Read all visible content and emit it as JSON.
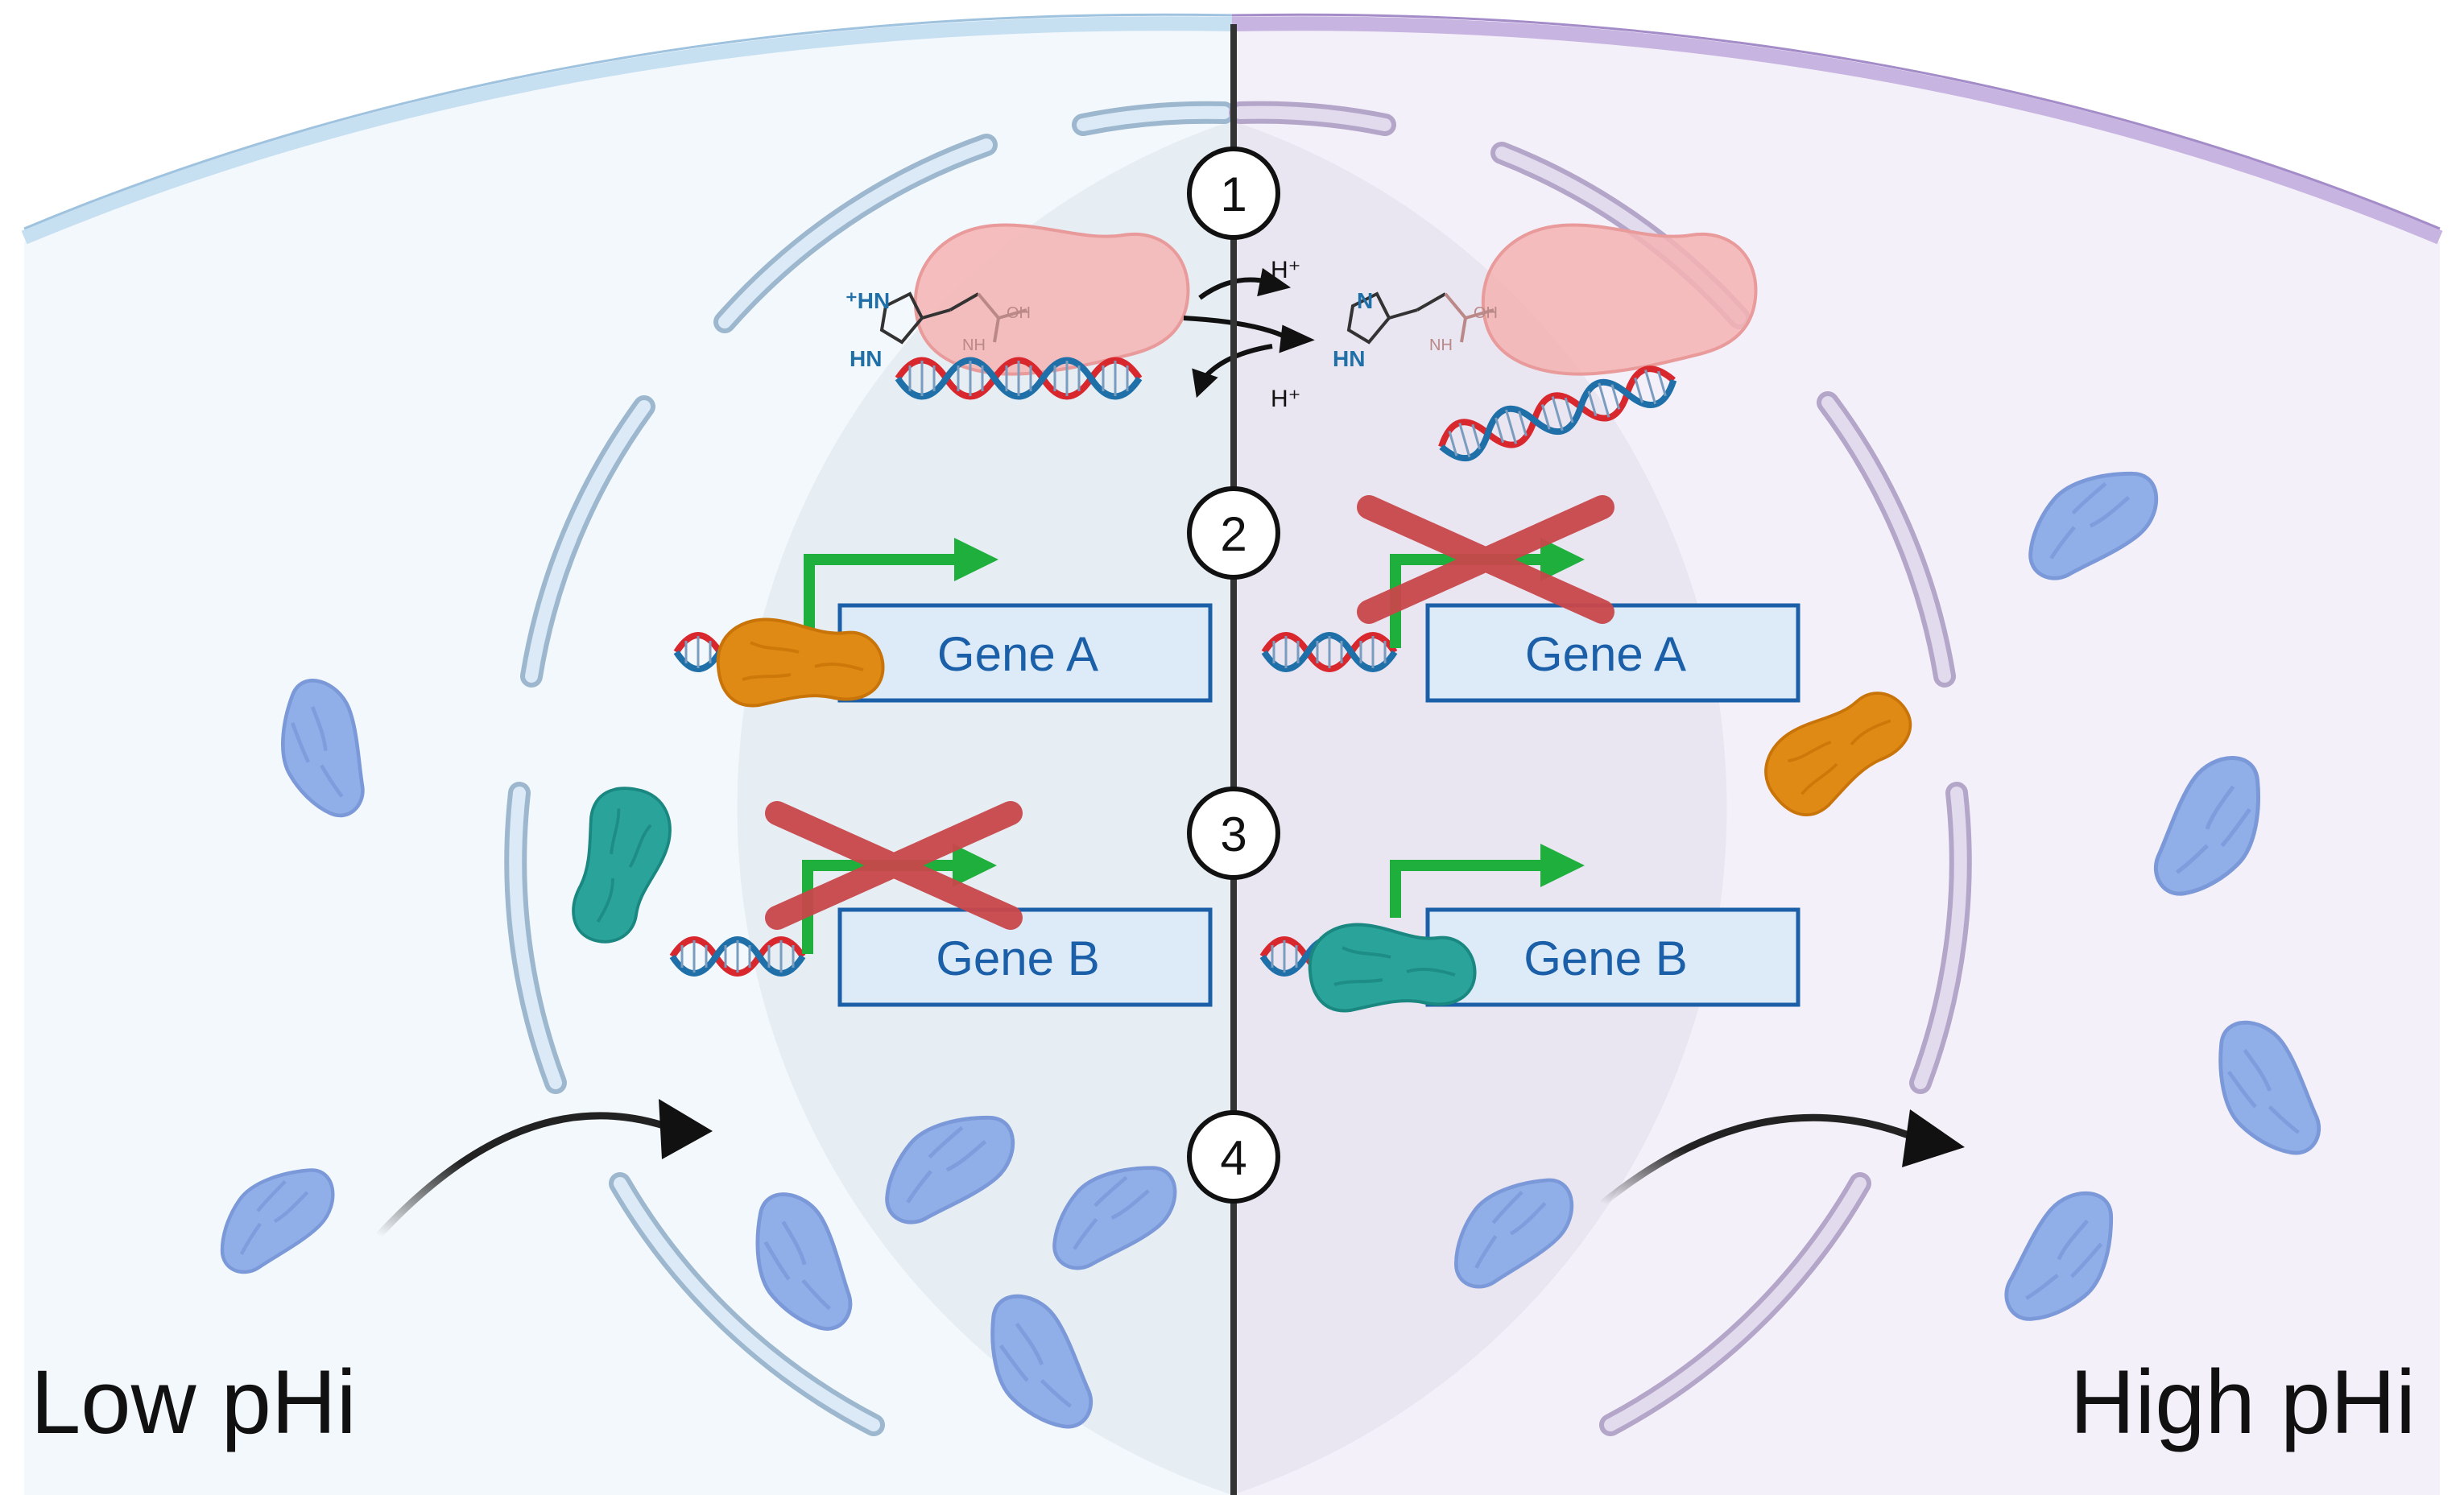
{
  "labels": {
    "left_condition": "Low pHi",
    "right_condition": "High pHi",
    "proton_top": "H⁺",
    "proton_bottom": "H⁺",
    "left_residue_top": "⁺HN",
    "left_residue_bottom": "HN",
    "right_residue_top": "N",
    "right_residue_bottom": "HN",
    "oh": "OH",
    "nh": "NH"
  },
  "steps": [
    "1",
    "2",
    "3",
    "4"
  ],
  "genes": {
    "a_left": "Gene A",
    "a_right": "Gene A",
    "b_left": "Gene B",
    "b_right": "Gene B"
  },
  "colors": {
    "left_background": "#f3f8fc",
    "right_background": "#f4f0fa",
    "left_membrane": "#c6e0f2",
    "right_membrane": "#c8b4e0",
    "nucleus_left": "#e6edf3",
    "nucleus_right": "#e9e5f1",
    "gene_box": "#ddebf9",
    "gene_text": "#1a5fa8",
    "promoter_arrow": "#1eaf3c",
    "block_cross": "#c9474a",
    "protein_blue": "#90aee8",
    "protein_orange": "#e08a16",
    "protein_teal": "#2aa39b",
    "protein_pink": "#f4b3b3",
    "dna_red": "#d8282e",
    "dna_blue": "#1f6fa8"
  }
}
